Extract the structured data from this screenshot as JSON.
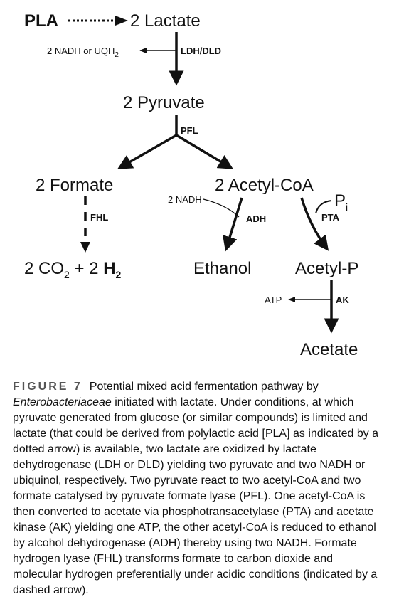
{
  "diagram": {
    "pla": "PLA",
    "lactate": "2 Lactate",
    "cofactor1": "2 NADH or UQH",
    "cofactor1_sub": "2",
    "enzyme_ldh": "LDH/DLD",
    "pyruvate": "2 Pyruvate",
    "enzyme_pfl": "PFL",
    "formate": "2 Formate",
    "acetylcoa": "2 Acetyl-CoA",
    "enzyme_fhl": "FHL",
    "nadh2": "2 NADH",
    "enzyme_adh": "ADH",
    "pi": "P",
    "pi_sub": "i",
    "enzyme_pta": "PTA",
    "co2_prefix": "2 CO",
    "co2_sub": "2",
    "co2_plus": " + 2 ",
    "h2": "H",
    "h2_sub": "2",
    "ethanol": "Ethanol",
    "acetylp": "Acetyl-P",
    "atp": "ATP",
    "enzyme_ak": "AK",
    "acetate": "Acetate"
  },
  "caption": {
    "label": "FIGURE 7",
    "text1": "Potential mixed acid fermentation pathway by ",
    "italic": "Enterobacteriaceae",
    "text2": " initiated with lactate. Under conditions, at which pyruvate generated from glucose (or similar compounds) is limited and lactate (that could be derived from polylactic acid [PLA] as indicated by a dotted arrow) is available, two lactate are oxidized by lactate dehydrogenase (LDH or DLD) yielding two pyruvate and two NADH or ubiquinol, respectively. Two pyruvate react to two acetyl-CoA and two formate catalysed by pyruvate formate lyase (PFL). One acetyl-CoA is then converted to acetate via phosphotransacetylase (PTA) and acetate kinase (AK) yielding one ATP, the other acetyl-CoA is reduced to ethanol by alcohol dehydrogenase (ADH) thereby using two NADH. Formate hydrogen lyase (FHL) transforms formate to carbon dioxide and molecular hydrogen preferentially under acidic conditions (indicated by a dashed arrow)."
  }
}
